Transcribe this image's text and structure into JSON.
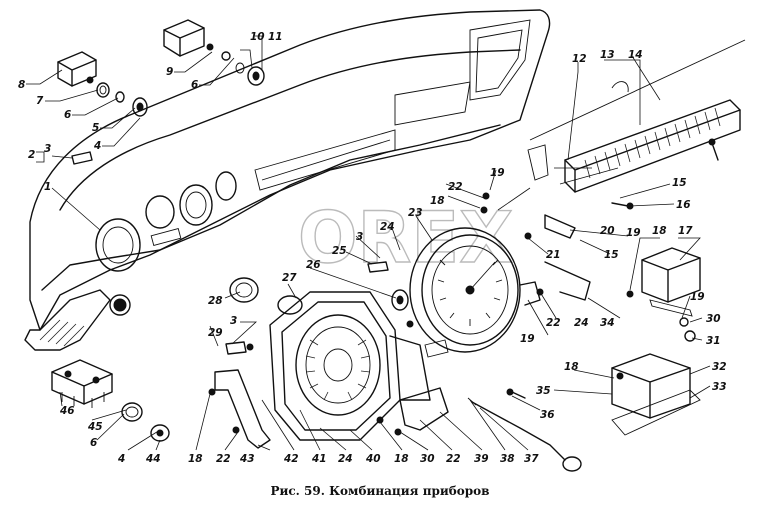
{
  "caption": "Рис. 59. Комбинация приборов",
  "watermark": "OREX",
  "callouts": {
    "c1": "1",
    "c2": "2",
    "c3a": "3",
    "c3b": "3",
    "c3c": "3",
    "c4a": "4",
    "c4b": "4",
    "c5": "5",
    "c6a": "6",
    "c6b": "6",
    "c6c": "6",
    "c7": "7",
    "c8": "8",
    "c9": "9",
    "c10": "10",
    "c11": "11",
    "c12": "12",
    "c13": "13",
    "c14": "14",
    "c15a": "15",
    "c15b": "15",
    "c16": "16",
    "c17": "17",
    "c18a": "18",
    "c18b": "18",
    "c18c": "18",
    "c18d": "18",
    "c19a": "19",
    "c19b": "19",
    "c19c": "19",
    "c19d": "19",
    "c20": "20",
    "c21": "21",
    "c22a": "22",
    "c22b": "22",
    "c22c": "22",
    "c22d": "22",
    "c23": "23",
    "c24a": "24",
    "c24b": "24",
    "c24c": "24",
    "c25": "25",
    "c26": "26",
    "c27": "27",
    "c28": "28",
    "c29": "29",
    "c30a": "30",
    "c30b": "30",
    "c31": "31",
    "c32": "32",
    "c33": "33",
    "c34": "34",
    "c35": "35",
    "c36": "36",
    "c37": "37",
    "c38": "38",
    "c39": "39",
    "c40": "40",
    "c41": "41",
    "c42": "42",
    "c43": "43",
    "c44": "44",
    "c45": "45",
    "c46": "46"
  }
}
